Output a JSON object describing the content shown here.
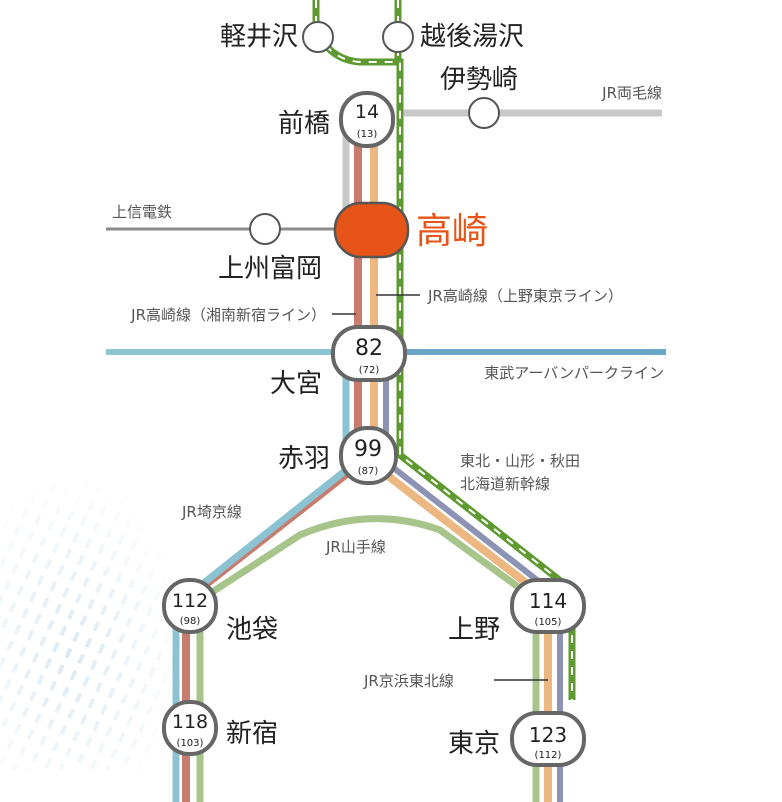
{
  "colors": {
    "accent": "#e65417",
    "shinkansen": "#5e9a2f",
    "jr_ryomo": "#c8c8c8",
    "joshin": "#8c8c8c",
    "tobu": "#6aa7c9",
    "saikyo": "#8cc3d3",
    "shonan_shinjuku": "#c87c6e",
    "takasaki_ueno": "#ecb780",
    "keihin_tohoku": "#8c93b4",
    "yamanote": "#a7c48a",
    "station_ring": "#666666"
  },
  "stations": {
    "takasaki": "高崎",
    "maebashi": {
      "name": "前橋",
      "minutes": "14",
      "sub": "(13)"
    },
    "omiya": {
      "name": "大宮",
      "minutes": "82",
      "sub": "(72)"
    },
    "akabane": {
      "name": "赤羽",
      "minutes": "99",
      "sub": "(87)"
    },
    "ikebukuro": {
      "name": "池袋",
      "minutes": "112",
      "sub": "(98)"
    },
    "shinjuku": {
      "name": "新宿",
      "minutes": "118",
      "sub": "(103)"
    },
    "ueno": {
      "name": "上野",
      "minutes": "114",
      "sub": "(105)"
    },
    "tokyo": {
      "name": "東京",
      "minutes": "123",
      "sub": "(112)"
    },
    "karuizawa": "軽井沢",
    "echigo_yuzawa": "越後湯沢",
    "isesaki": "伊勢崎",
    "joshu_tomioka": "上州富岡"
  },
  "lines": {
    "jr_ryomo": "JR両毛線",
    "joshin": "上信電鉄",
    "takasaki_ueno": "JR高崎線（上野東京ライン）",
    "takasaki_shonan": "JR高崎線（湘南新宿ライン）",
    "tobu": "東武アーバンパークライン",
    "shinkansen_1": "東北・山形・秋田",
    "shinkansen_2": "北海道新幹線",
    "saikyo": "JR埼京線",
    "yamanote": "JR山手線",
    "keihin": "JR京浜東北線"
  }
}
